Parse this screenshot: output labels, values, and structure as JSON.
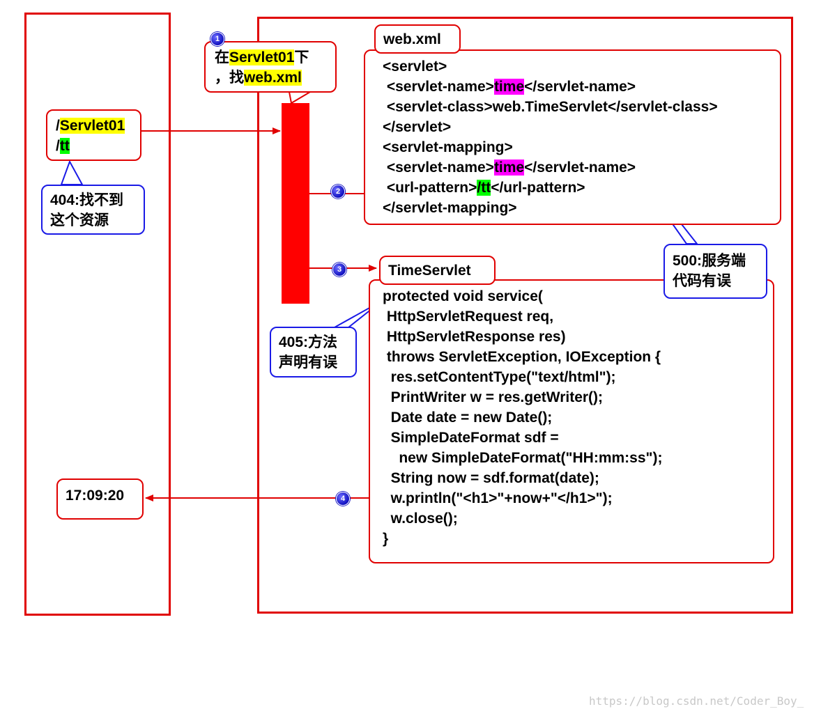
{
  "url_box": {
    "slash1": "/",
    "servlet": "Servlet01",
    "slash2": "/",
    "tt": "tt"
  },
  "note1": {
    "line1_pre": "在",
    "line1_hl": "Servlet01",
    "line1_post": "下",
    "line2_pre": "，找",
    "line2_hl": "web.xml"
  },
  "err404": {
    "line1": "404:找不到",
    "line2": "这个资源"
  },
  "err405": {
    "line1": "405:方法",
    "line2": "声明有误"
  },
  "err500": {
    "line1": "500:服务端",
    "line2": "代码有误"
  },
  "webxml": {
    "title": "web.xml",
    "l1": "<servlet>",
    "l2_pre": " <servlet-name>",
    "l2_hl": "time",
    "l2_post": "</servlet-name>",
    "l3_pre": " <servlet-class>",
    "l3_hl": "web.TimeServlet",
    "l3_post": "</servlet-class>",
    "l4": "</servlet>",
    "l5": "<servlet-mapping>",
    "l6_pre": " <servlet-name>",
    "l6_hl": "time",
    "l6_post": "</servlet-name>",
    "l7_pre": " <url-pattern>",
    "l7_hl": "/tt",
    "l7_post": "</url-pattern>",
    "l8": "</servlet-mapping>"
  },
  "timeservlet": {
    "title": "TimeServlet",
    "code": [
      "protected void service(",
      " HttpServletRequest req,",
      " HttpServletResponse res)",
      " throws ServletException, IOException {",
      "  res.setContentType(\"text/html\");",
      "  PrintWriter w = res.getWriter();",
      "  Date date = new Date();",
      "  SimpleDateFormat sdf =",
      "    new SimpleDateFormat(\"HH:mm:ss\");",
      "  String now = sdf.format(date);",
      "  w.println(\"<h1>\"+now+\"</h1>\");",
      "  w.close();",
      "}"
    ]
  },
  "result": {
    "time": "17:09:20"
  },
  "steps": [
    "1",
    "2",
    "3",
    "4"
  ],
  "watermark": "https://blog.csdn.net/Coder_Boy_",
  "colors": {
    "red": "#e00000",
    "blue": "#1a1ae6",
    "yellow": "#ffff00",
    "green": "#00ff00",
    "magenta": "#ff00ff"
  }
}
